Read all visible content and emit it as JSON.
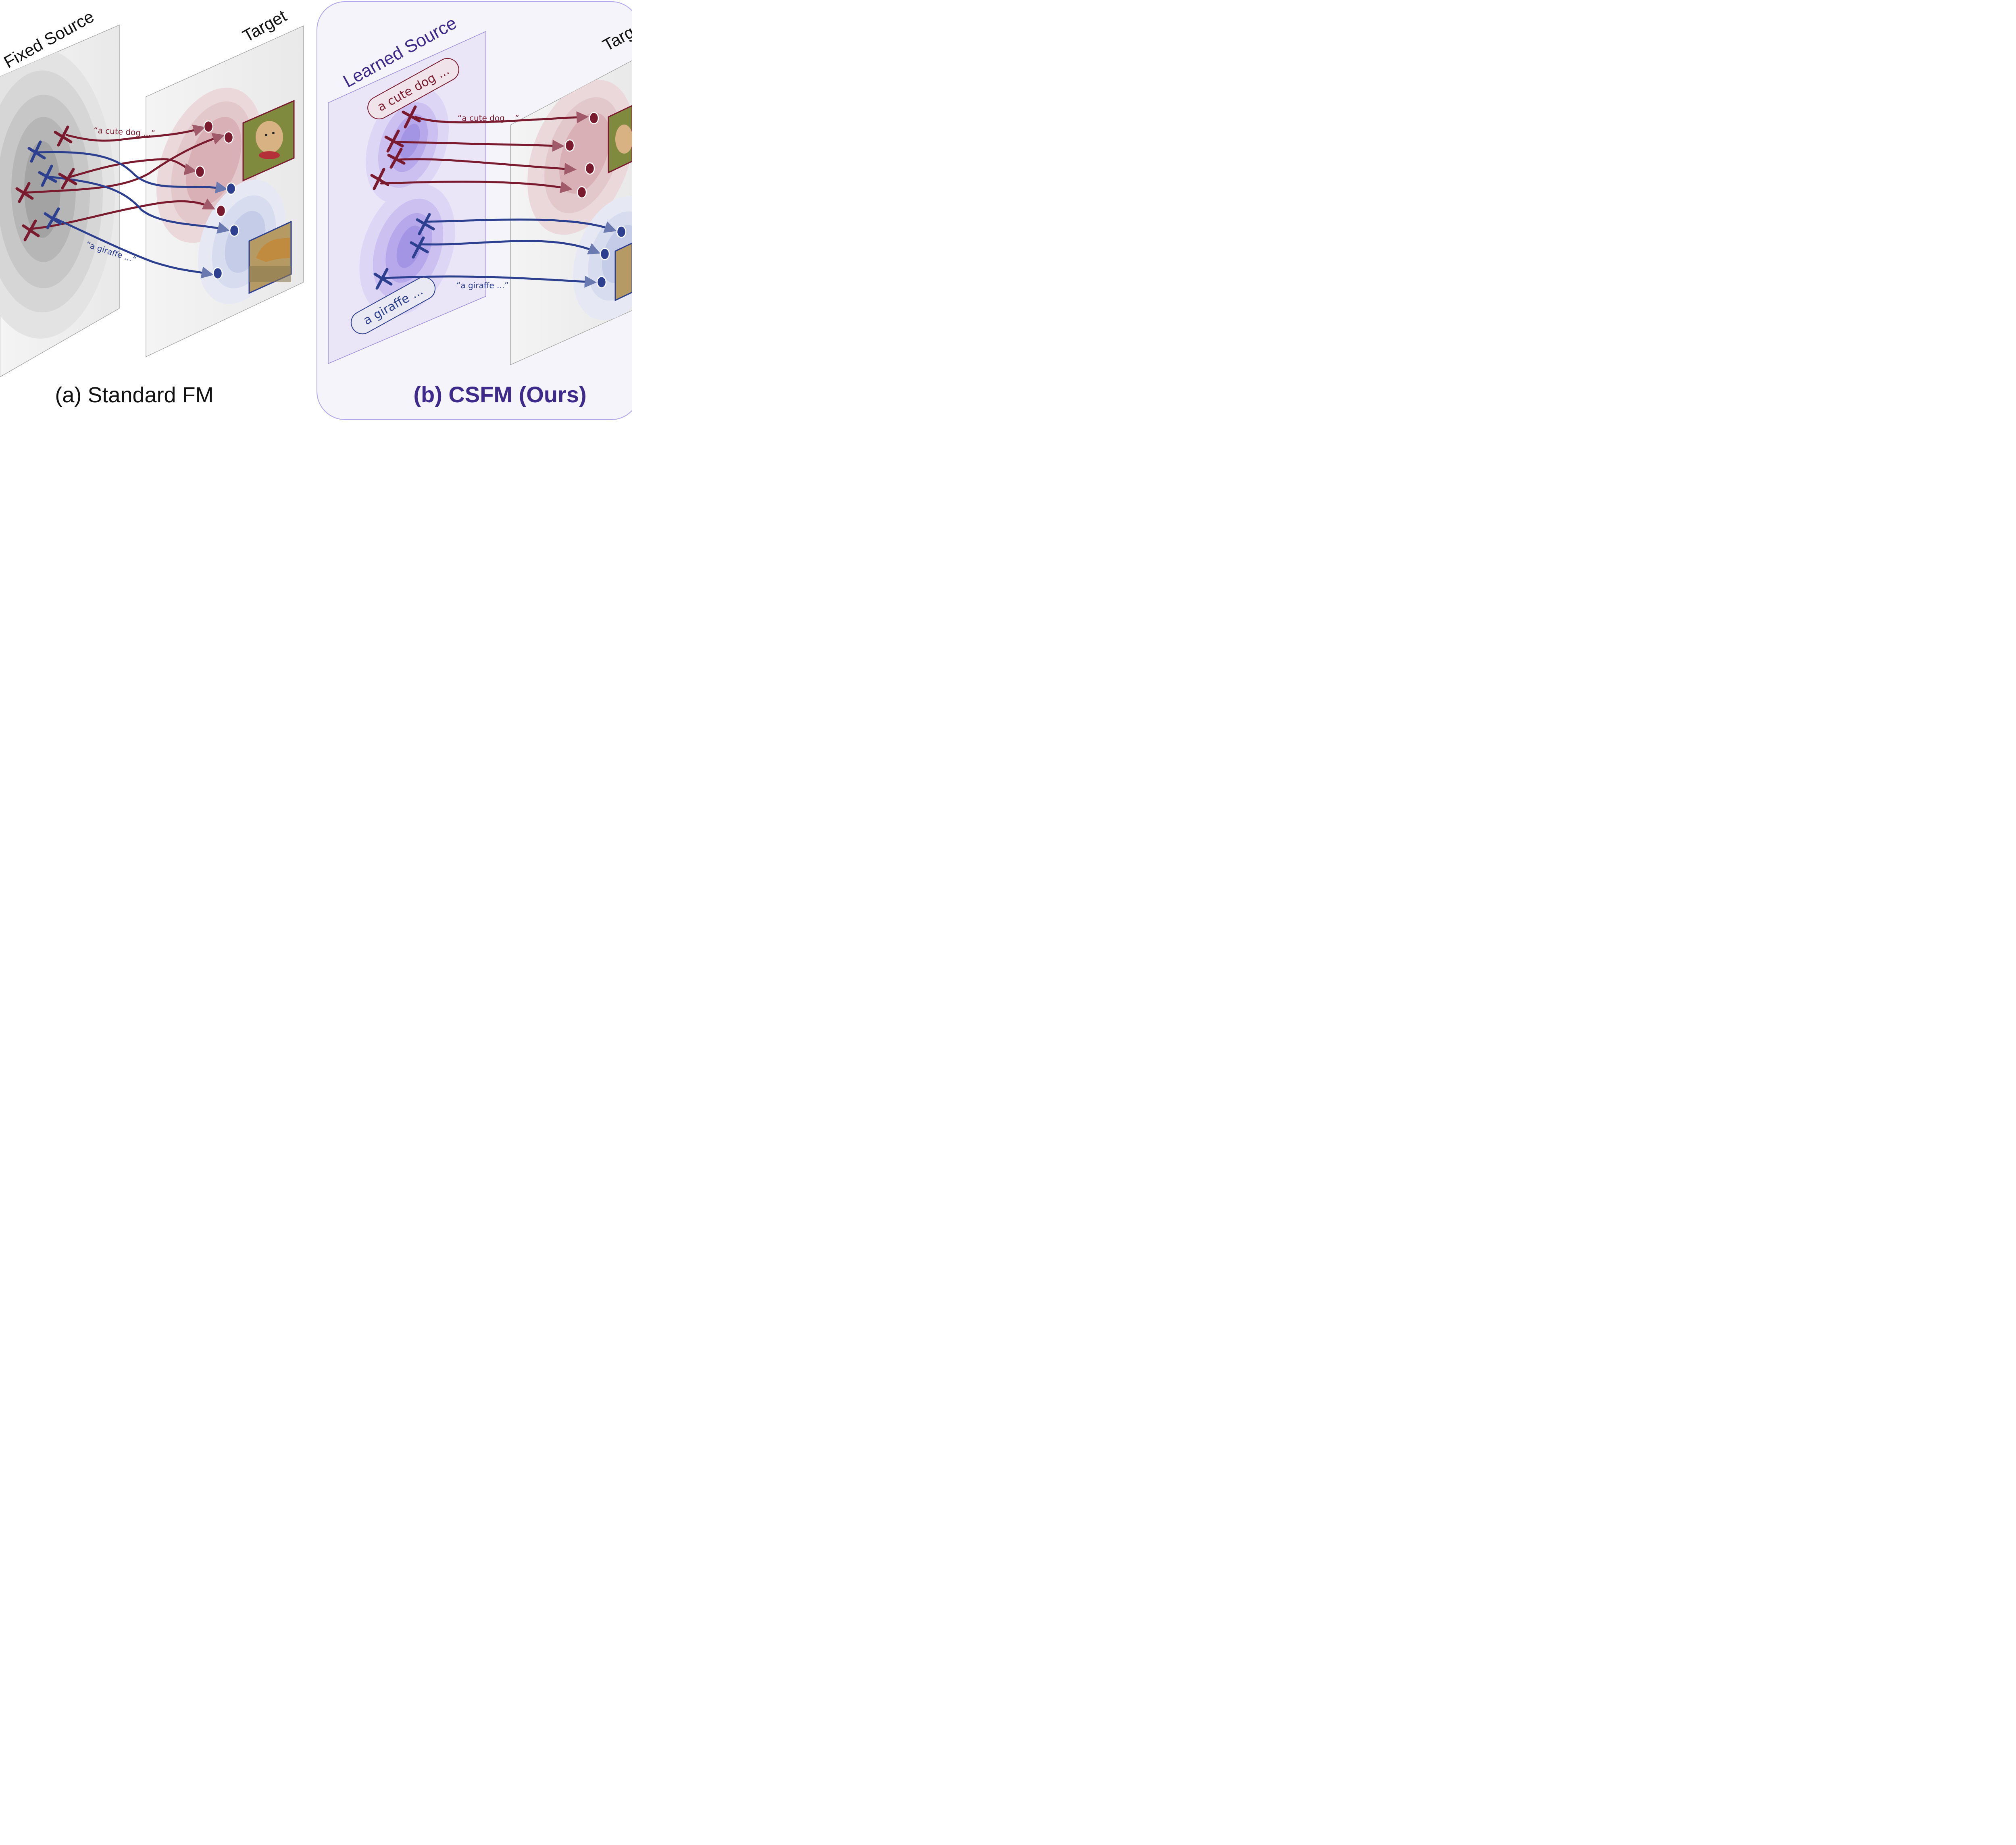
{
  "panel_a": {
    "caption": "(a) Standard FM",
    "source_label": "Fixed Source",
    "target_label": "Target",
    "dog_prompt": "“a cute dog ...”",
    "giraffe_prompt": "“a giraffe ...”",
    "dog_image_alt": "golden retriever puppy with red bandana",
    "giraffe_image_alt": "giraffe grazing with zebras"
  },
  "panel_b": {
    "caption": "(b) CSFM (Ours)",
    "source_label": "Learned Source",
    "target_label": "Target",
    "dog_condition": "a cute dog ...",
    "giraffe_condition": "a giraffe ...",
    "dog_prompt": "“a cute dog ...”",
    "giraffe_prompt": "“a giraffe ...”"
  },
  "colors": {
    "dog_red": "#7a1a2e",
    "giraffe_blue": "#2d3f8f",
    "csfm_purple": "#3d2a8a",
    "panel_b_bg": "#f5f4fb",
    "panel_b_border": "#b3a6ea"
  }
}
